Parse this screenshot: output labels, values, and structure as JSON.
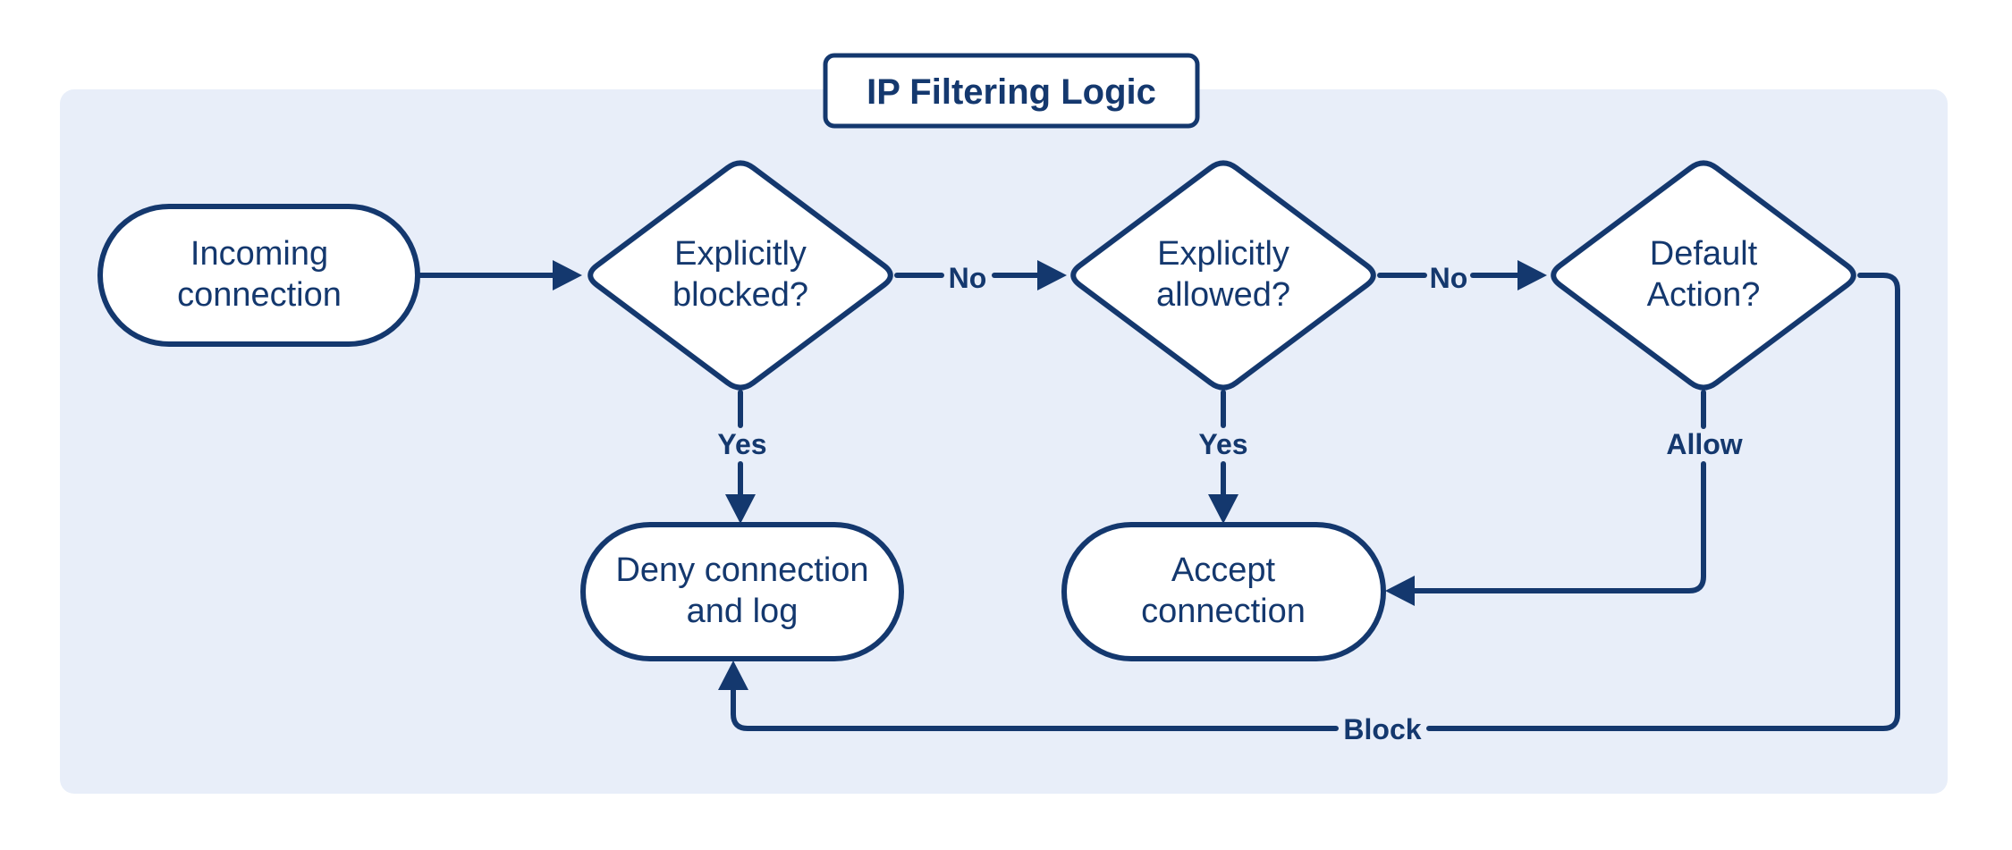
{
  "colors": {
    "ink": "#14386e",
    "panel": "#e8eef9",
    "node_fill": "#ffffff",
    "canvas": "#ffffff"
  },
  "diagram": {
    "title": "IP Filtering Logic",
    "nodes": [
      {
        "id": "incoming",
        "type": "terminator",
        "lines": [
          "Incoming",
          "connection"
        ]
      },
      {
        "id": "blocked",
        "type": "decision",
        "lines": [
          "Explicitly",
          "blocked?"
        ]
      },
      {
        "id": "allowed",
        "type": "decision",
        "lines": [
          "Explicitly",
          "allowed?"
        ]
      },
      {
        "id": "default_action",
        "type": "decision",
        "lines": [
          "Default",
          "Action?"
        ]
      },
      {
        "id": "deny",
        "type": "process",
        "lines": [
          "Deny connection",
          "and log"
        ]
      },
      {
        "id": "accept",
        "type": "process",
        "lines": [
          "Accept",
          "connection"
        ]
      }
    ],
    "edges": [
      {
        "from": "incoming",
        "to": "blocked",
        "label": ""
      },
      {
        "from": "blocked",
        "to": "allowed",
        "label": "No"
      },
      {
        "from": "allowed",
        "to": "default_action",
        "label": "No"
      },
      {
        "from": "blocked",
        "to": "deny",
        "label": "Yes"
      },
      {
        "from": "allowed",
        "to": "accept",
        "label": "Yes"
      },
      {
        "from": "default_action",
        "to": "accept",
        "label": "Allow"
      },
      {
        "from": "default_action",
        "to": "deny",
        "label": "Block"
      }
    ]
  }
}
